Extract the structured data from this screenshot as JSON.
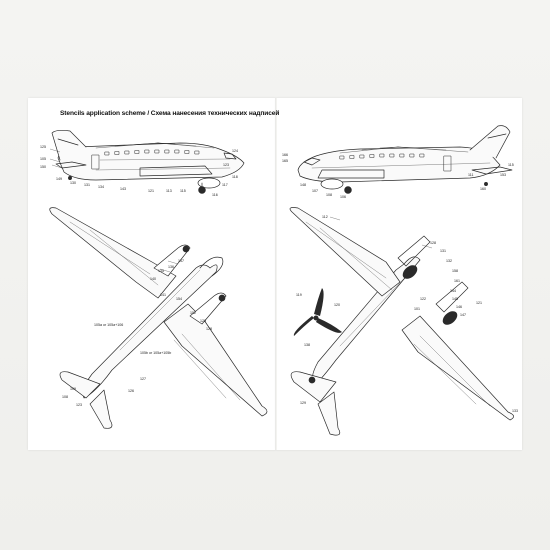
{
  "document": {
    "heading": "Stencils application scheme / Схема нанесения технических надписей"
  },
  "callouts": {
    "side_left": [
      "125",
      "105",
      "150",
      "149",
      "130",
      "131",
      "134",
      "143",
      "121",
      "113",
      "115",
      "116",
      "117",
      "118",
      "124"
    ],
    "side_right": [
      "166",
      "165",
      "148",
      "107",
      "108",
      "106",
      "111",
      "160",
      "153",
      "115"
    ],
    "top_left": [
      "137",
      "136",
      "135",
      "140",
      "141",
      "154",
      "152",
      "129",
      "128",
      "127",
      "126",
      "109",
      "108",
      "123"
    ],
    "bottom_right": [
      "112",
      "128",
      "131",
      "132",
      "158",
      "161",
      "144",
      "145",
      "146",
      "147",
      "121",
      "122",
      "101",
      "133",
      "129"
    ],
    "propeller": [
      "119",
      "120",
      "138"
    ]
  },
  "notes": {
    "top_left_a": "105a or 105a+106",
    "top_left_b": "105b or 105a+105b"
  },
  "colors": {
    "line_art": "#2a2a2a",
    "paper": "#ffffff",
    "background": "#f2f2ef"
  }
}
